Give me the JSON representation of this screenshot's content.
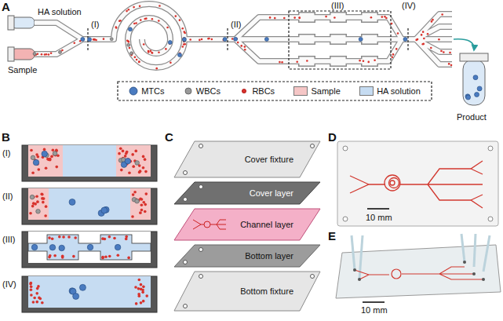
{
  "diagram": {
    "nodes": [
      {
        "text": [
          "Cover fixture"
        ]
      },
      {
        "text": [
          "Cover layer"
        ]
      },
      {
        "text": [
          "Channel layer"
        ]
      },
      {
        "text": [
          "Bottom layer"
        ]
      },
      {
        "text": [
          "Bottom fixture"
        ]
      }
    ],
    "labels": [
      "A",
      "HA solution",
      "Sample",
      "(I)",
      "(II)",
      "(III)",
      "(IV)",
      "Product",
      "B",
      "(I)",
      "(II)",
      "(III)",
      "(IV)",
      "C",
      "D",
      "10 mm",
      "E",
      "10 mm"
    ],
    "legend": [
      {
        "text": "MTCs"
      },
      {
        "text": "WBCs"
      },
      {
        "text": "RBCs"
      },
      {
        "text": "Sample",
        "color": "#f5c6c6"
      },
      {
        "text": "HA solution",
        "color": "#c6dcf2"
      }
    ]
  }
}
